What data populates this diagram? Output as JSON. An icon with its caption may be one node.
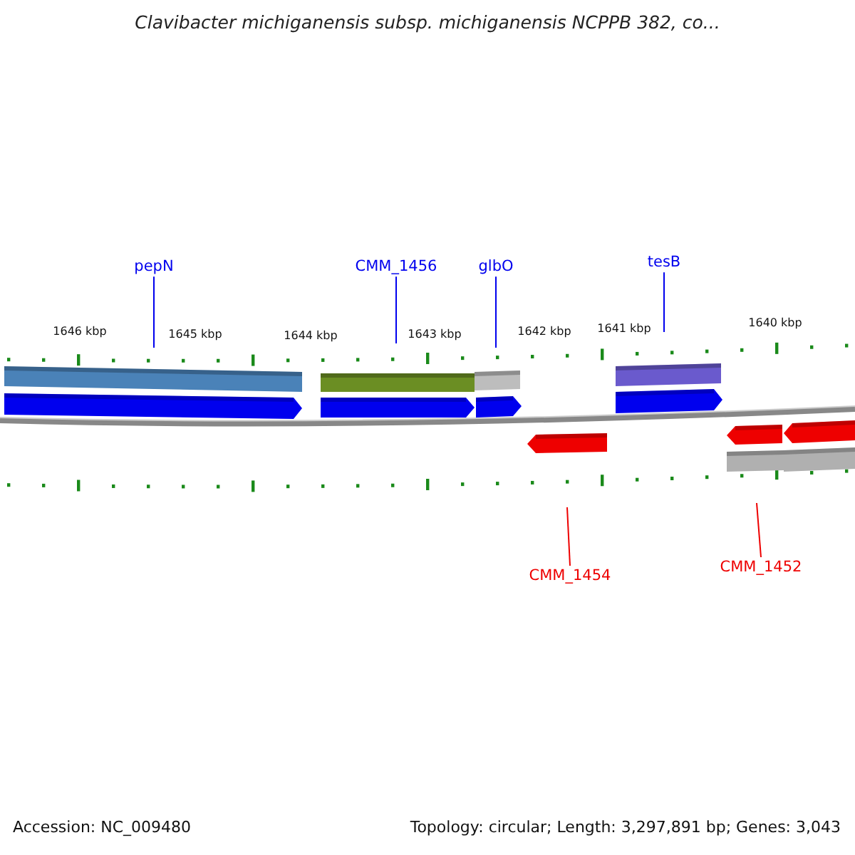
{
  "diagram": {
    "title": "Clavibacter michiganensis subsp. michiganensis NCPPB 382, co...",
    "nodes": [
      {
        "text": [
          "pepN"
        ]
      },
      {
        "text": [
          "CMM_1456"
        ]
      },
      {
        "text": [
          "glbO"
        ]
      },
      {
        "text": [
          "tesB"
        ]
      },
      {
        "text": [
          "CMM_1454"
        ]
      },
      {
        "text": [
          "CMM_1452"
        ]
      }
    ],
    "edges": [
      {
        "from": 0,
        "to": null,
        "arrow": "none"
      },
      {
        "from": 1,
        "to": null,
        "arrow": "none"
      },
      {
        "from": 2,
        "to": null,
        "arrow": "none"
      },
      {
        "from": 3,
        "to": null,
        "arrow": "none"
      },
      {
        "from": 4,
        "to": null,
        "arrow": "none",
        "color": "#ee0000"
      },
      {
        "from": 5,
        "to": null,
        "arrow": "none",
        "color": "#ee0000"
      }
    ],
    "labels": [
      "1646 kbp",
      "1645 kbp",
      "1644 kbp",
      "1643 kbp",
      "1642 kbp",
      "1641 kbp",
      "1640 kbp",
      "Accession: NC_009480",
      "Topology: circular; Length: 3,297,891 bp; Genes: 3,043"
    ]
  }
}
